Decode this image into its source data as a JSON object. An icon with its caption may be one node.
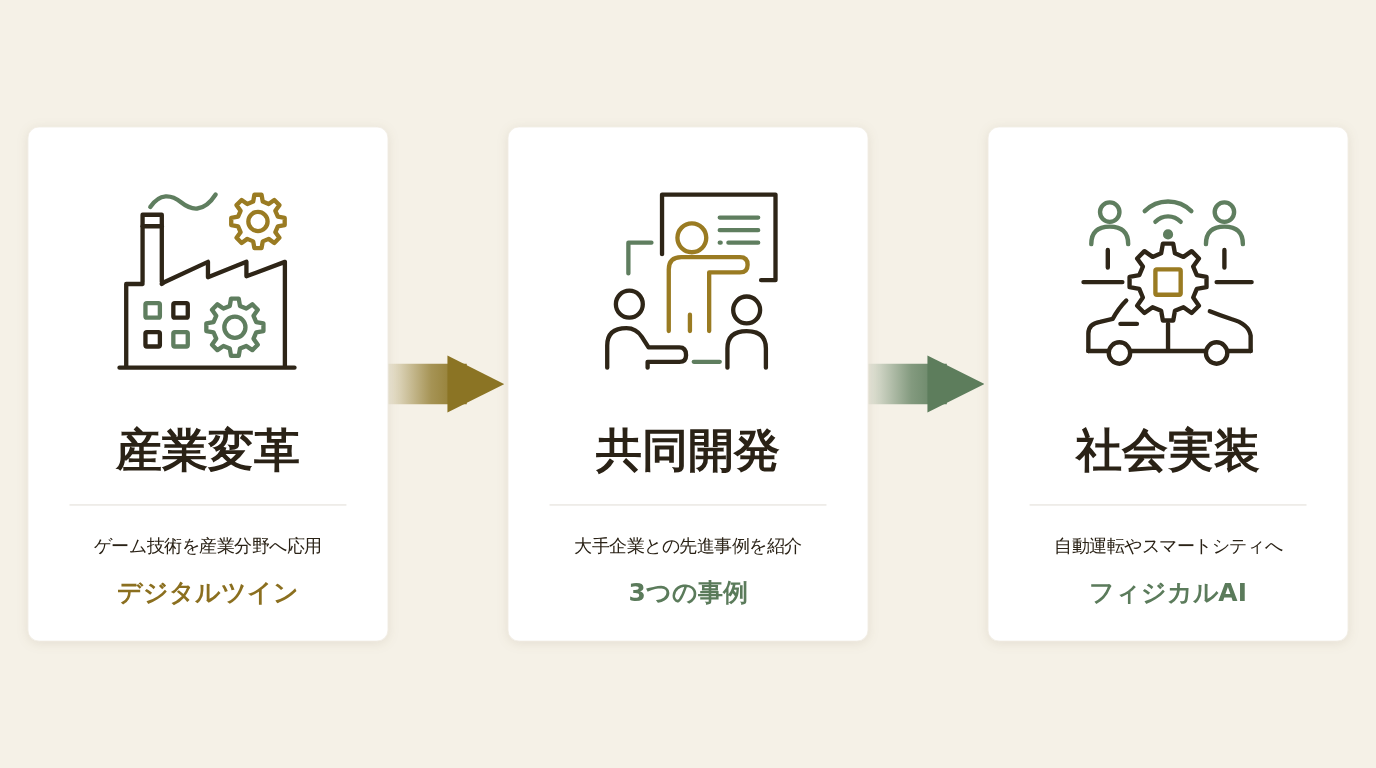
{
  "diagram": {
    "nodes": [
      {
        "text": [
          "産業変革",
          "ゲーム技術を産業分野へ応用",
          "デジタルツイン"
        ]
      },
      {
        "text": [
          "共同開発",
          "大手企業との先進事例を紹介",
          "3つの事例"
        ]
      },
      {
        "text": [
          "社会実装",
          "自動運転やスマートシティへ",
          "フィジカルAI"
        ]
      }
    ],
    "edges": [
      {
        "from": 0,
        "to": 1,
        "arrow": "to",
        "style": "thick",
        "color": "#8b7424"
      },
      {
        "from": 1,
        "to": 2,
        "arrow": "to",
        "style": "thick",
        "color": "#5d7d5c"
      }
    ]
  }
}
